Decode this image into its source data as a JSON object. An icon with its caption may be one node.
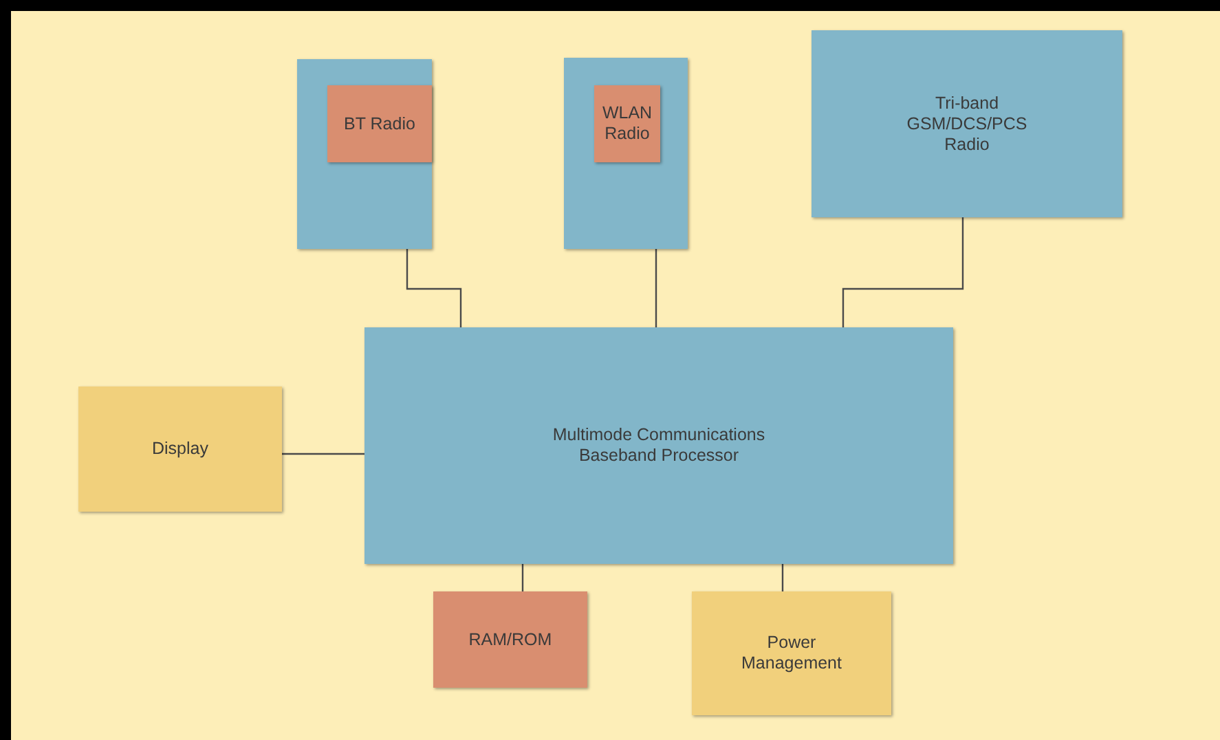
{
  "diagram": {
    "nodes": [
      {
        "text": [],
        "shape": "box"
      },
      {
        "text": [
          "BT Radio"
        ],
        "in": 0
      },
      {
        "text": [],
        "shape": "box"
      },
      {
        "text": [
          "WLAN Radio"
        ],
        "in": 2
      },
      {
        "text": [
          "Tri-band GSM/DCS/PCS Radio"
        ]
      },
      {
        "text": [
          "Multimode Communications Baseband Processor"
        ]
      },
      {
        "text": [
          "Display"
        ]
      },
      {
        "text": [
          "RAM/ROM"
        ]
      },
      {
        "text": [
          "Power Management"
        ]
      }
    ],
    "edges": [
      {
        "from": 0,
        "to": 5,
        "arrow": "none"
      },
      {
        "from": 2,
        "to": 5,
        "arrow": "none"
      },
      {
        "from": 4,
        "to": 5,
        "arrow": "none"
      },
      {
        "from": 6,
        "to": 5,
        "arrow": "none"
      },
      {
        "from": 7,
        "to": 5,
        "arrow": "none"
      },
      {
        "from": 8,
        "to": 5,
        "arrow": "none"
      }
    ]
  }
}
